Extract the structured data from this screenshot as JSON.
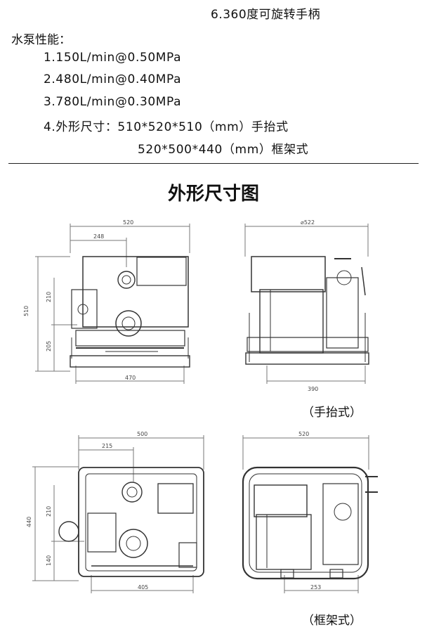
{
  "header": {
    "handle_line": "6.360度可旋转手柄"
  },
  "performance": {
    "title": "水泵性能：",
    "items": [
      "1.150L/min@0.50MPa",
      "2.480L/min@0.40MPa",
      "3.780L/min@0.30MPa",
      "4.外形尺寸：510*520*510（mm）手抬式"
    ],
    "extra": "520*500*440（mm）框架式"
  },
  "section_title": "外形尺寸图",
  "drawings": {
    "hand_front": {
      "width": "520",
      "inner": "248",
      "height": "510",
      "upper": "210",
      "lower": "205",
      "base": "470"
    },
    "hand_side": {
      "width": "⌀522",
      "base": "390"
    },
    "frame_front": {
      "width": "500",
      "inner": "215",
      "height": "440",
      "upper": "210",
      "lower": "140",
      "base": "405"
    },
    "frame_side": {
      "width": "520",
      "base": "253"
    }
  },
  "captions": {
    "hand": "（手抬式）",
    "frame": "（框架式）"
  }
}
